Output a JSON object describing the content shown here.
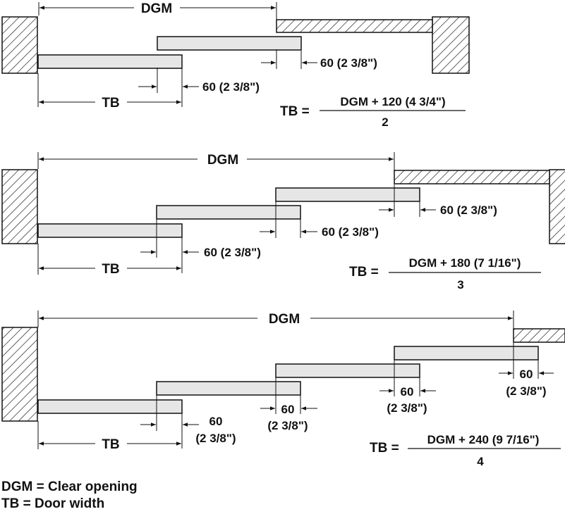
{
  "diagrams": [
    {
      "dgm_label": "DGM",
      "tb_label": "TB",
      "overlaps": [
        {
          "value": "60",
          "sub": "(2 3/8\")"
        },
        {
          "value": "60",
          "sub": "(2 3/8\")"
        }
      ],
      "formula": {
        "lhs": "TB =",
        "numerator": "DGM + 120 (4 3/4\")",
        "denominator": "2"
      }
    },
    {
      "dgm_label": "DGM",
      "tb_label": "TB",
      "overlaps": [
        {
          "value": "60",
          "sub": "(2 3/8\")"
        },
        {
          "value": "60",
          "sub": "(2 3/8\")"
        },
        {
          "value": "60",
          "sub": "(2 3/8\")"
        }
      ],
      "formula": {
        "lhs": "TB =",
        "numerator": "DGM + 180 (7 1/16\")",
        "denominator": "3"
      }
    },
    {
      "dgm_label": "DGM",
      "tb_label": "TB",
      "overlaps": [
        {
          "value": "60",
          "sub": "(2 3/8\")"
        },
        {
          "value": "60",
          "sub": "(2 3/8\")"
        },
        {
          "value": "60",
          "sub": "(2 3/8\")"
        },
        {
          "value": "60",
          "sub": "(2 3/8\")"
        }
      ],
      "formula": {
        "lhs": "TB =",
        "numerator": "DGM + 240 (9 7/16\")",
        "denominator": "4"
      }
    }
  ],
  "legend": {
    "dgm": "DGM = Clear opening",
    "tb": "TB = Door width"
  }
}
